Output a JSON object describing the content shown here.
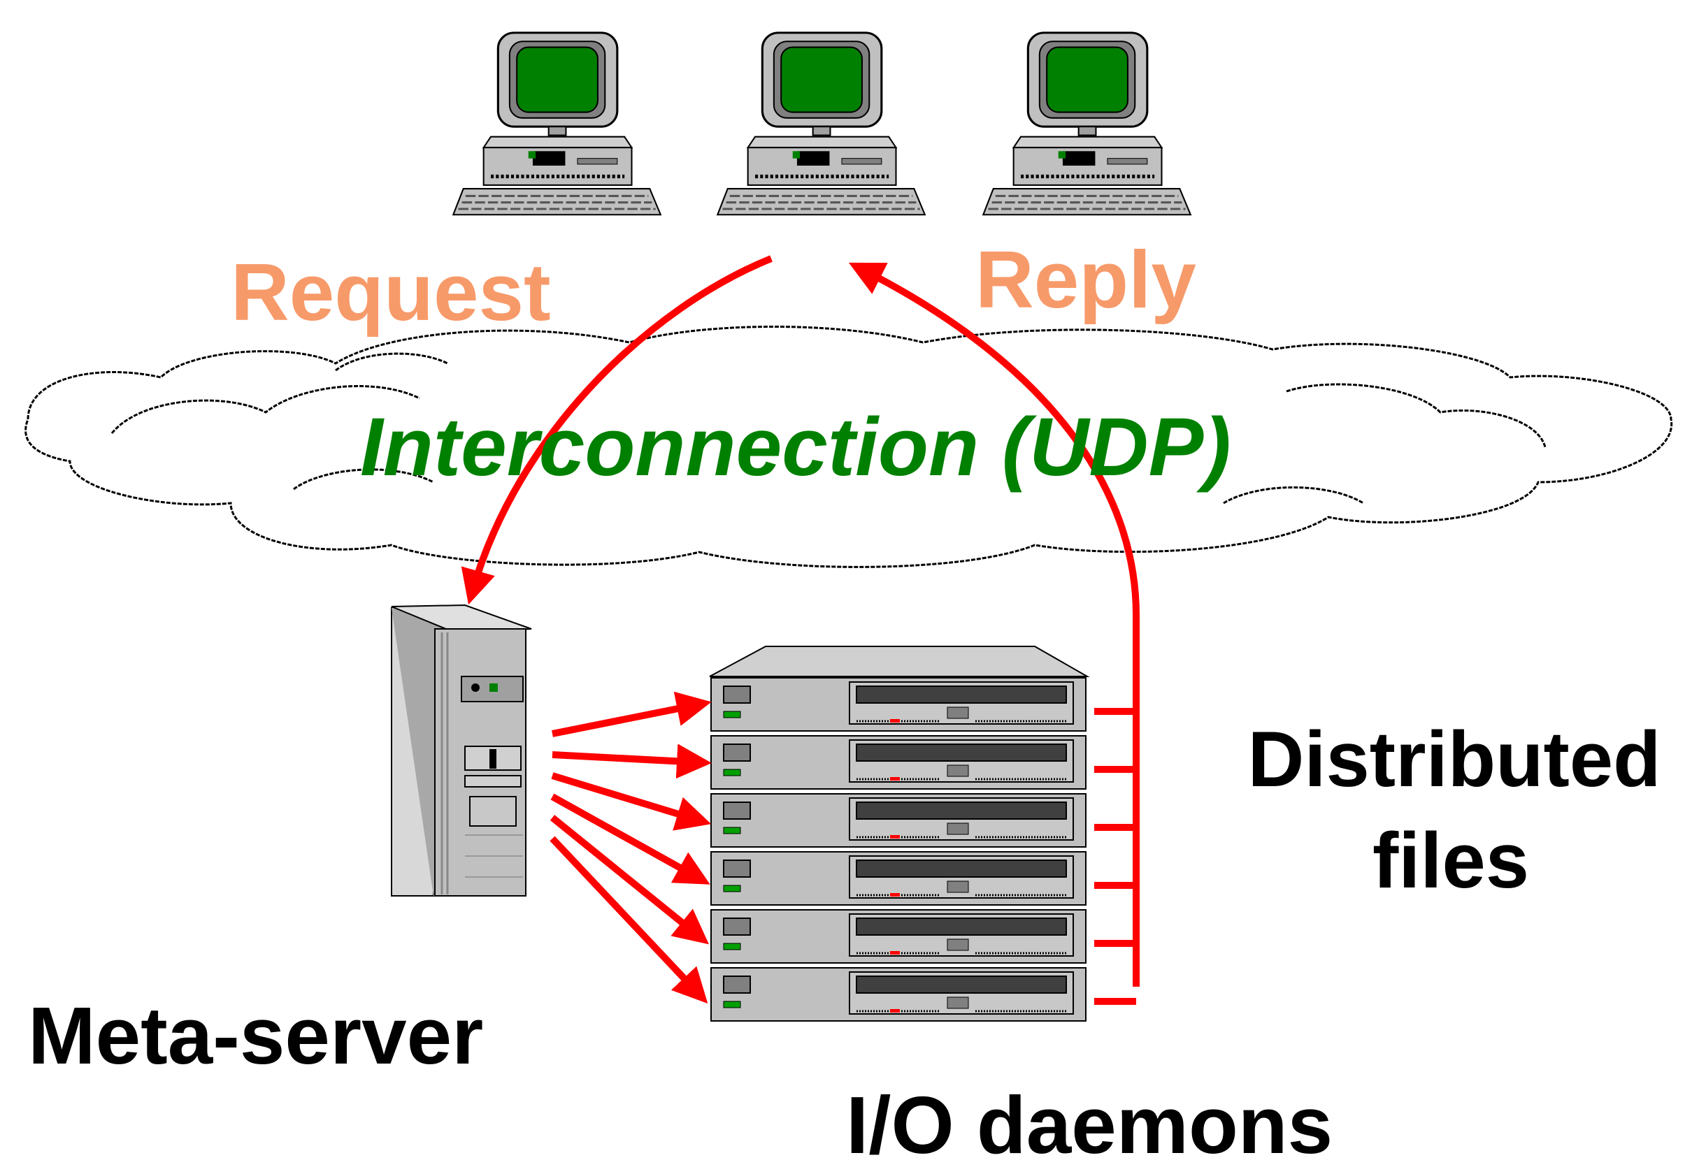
{
  "labels": {
    "request": "Request",
    "reply": "Reply",
    "interconnection": "Interconnection (UDP)",
    "distributed_line1": "Distributed",
    "distributed_line2": "files",
    "meta_server": "Meta-server",
    "io_daemons": "I/O daemons"
  },
  "colors": {
    "request_reply": "#f79a6a",
    "interconnection": "#008000",
    "arrows": "#ff0000",
    "labels": "#000000",
    "screen": "#008000",
    "device_gray": "#c0c0c0"
  },
  "counts": {
    "client_computers": 3,
    "io_daemon_units": 6
  },
  "icons": {
    "client": "desktop-computer-icon",
    "meta_server": "tower-server-icon",
    "io_daemon": "rack-server-icon",
    "network": "cloud-icon"
  }
}
